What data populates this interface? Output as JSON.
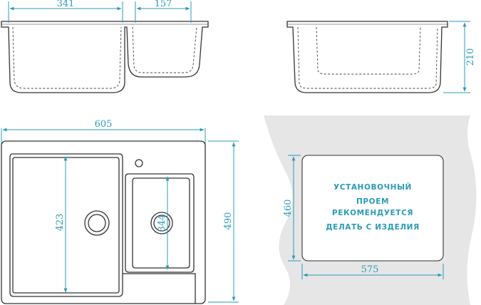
{
  "dimensions": {
    "top_large_bowl_width": "341",
    "top_small_bowl_width": "157",
    "side_depth": "210",
    "plan_total_width": "605",
    "plan_large_bowl_length": "423",
    "plan_small_bowl_length": "344",
    "plan_total_length": "490",
    "cutout_length": "460",
    "cutout_width": "575"
  },
  "cutout_note": {
    "line1": "УСТАНОВОЧНЫЙ",
    "line2": "ПРОЕМ",
    "line3": "РЕКОМЕНДУЕТСЯ",
    "line4": "ДЕЛАТЬ С ИЗДЕЛИЯ"
  },
  "colors": {
    "dimension": "#2a9bb8",
    "outline": "#333333",
    "countertop": "#e6e6e6"
  }
}
